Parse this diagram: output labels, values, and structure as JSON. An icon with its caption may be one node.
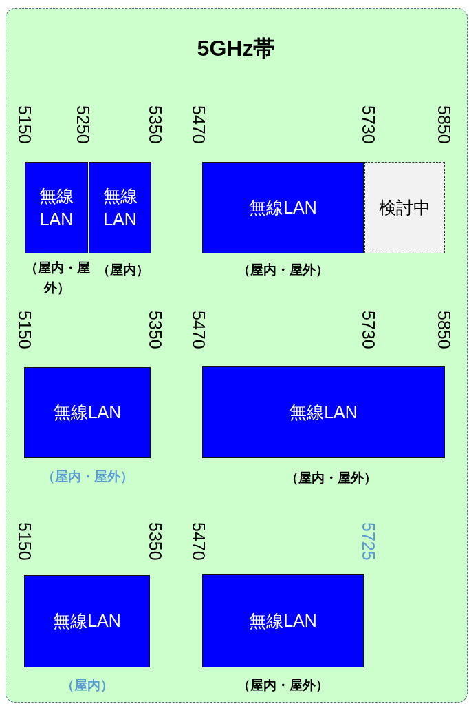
{
  "diagram": {
    "nodes": [
      {
        "text": [
          "5GHz帯"
        ]
      },
      {
        "text": [
          "無線LAN"
        ],
        "in": 0,
        "beside": [
          "（屋内・屋外）"
        ]
      },
      {
        "text": [
          "無線LAN"
        ],
        "in": 0,
        "beside": [
          "（屋内）"
        ]
      },
      {
        "text": [
          "無線LAN"
        ],
        "in": 0,
        "beside": [
          "（屋内・屋外）"
        ]
      },
      {
        "text": [
          "検討中"
        ],
        "in": 0
      },
      {
        "text": [
          "無線LAN"
        ],
        "in": 0,
        "beside": [
          "（屋内・屋外）"
        ]
      },
      {
        "text": [
          "無線LAN"
        ],
        "in": 0,
        "beside": [
          "（屋内・屋外）"
        ]
      },
      {
        "text": [
          "無線LAN"
        ],
        "in": 0,
        "beside": [
          "（屋内）"
        ]
      },
      {
        "text": [
          "無線LAN"
        ],
        "in": 0,
        "beside": [
          "（屋内・屋外）"
        ]
      }
    ],
    "labels": [
      "5150",
      "5250",
      "5350",
      "5470",
      "5730",
      "5850",
      "5150",
      "5350",
      "5470",
      "5730",
      "5850",
      "5150",
      "5350",
      "5470",
      "5725"
    ]
  }
}
